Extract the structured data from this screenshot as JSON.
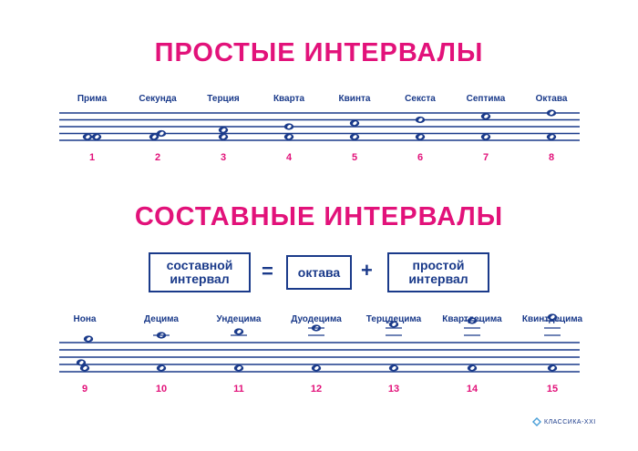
{
  "simple": {
    "title": "ПРОСТЫЕ ИНТЕРВАЛЫ",
    "intervals": [
      {
        "name": "Прима",
        "number": "1"
      },
      {
        "name": "Секунда",
        "number": "2"
      },
      {
        "name": "Терция",
        "number": "3"
      },
      {
        "name": "Кварта",
        "number": "4"
      },
      {
        "name": "Квинта",
        "number": "5"
      },
      {
        "name": "Секста",
        "number": "6"
      },
      {
        "name": "Септима",
        "number": "7"
      },
      {
        "name": "Октава",
        "number": "8"
      }
    ]
  },
  "compound": {
    "title": "СОСТАВНЫЕ ИНТЕРВАЛЫ",
    "formula": {
      "left": "составной интервал",
      "equals": "=",
      "middle": "октава",
      "plus": "+",
      "right": "простой интервал"
    },
    "intervals": [
      {
        "name": "Нона",
        "number": "9"
      },
      {
        "name": "Децима",
        "number": "10"
      },
      {
        "name": "Ундецима",
        "number": "11"
      },
      {
        "name": "Дуодецима",
        "number": "12"
      },
      {
        "name": "Терцдецима",
        "number": "13"
      },
      {
        "name": "Квартдецима",
        "number": "14"
      },
      {
        "name": "Квинтдецима",
        "number": "15"
      }
    ]
  },
  "colors": {
    "accent": "#e2127a",
    "ink": "#1a3a8a"
  },
  "logo": {
    "text": "КЛАССИКА-XXI",
    "icon": "brand-logo-icon"
  }
}
